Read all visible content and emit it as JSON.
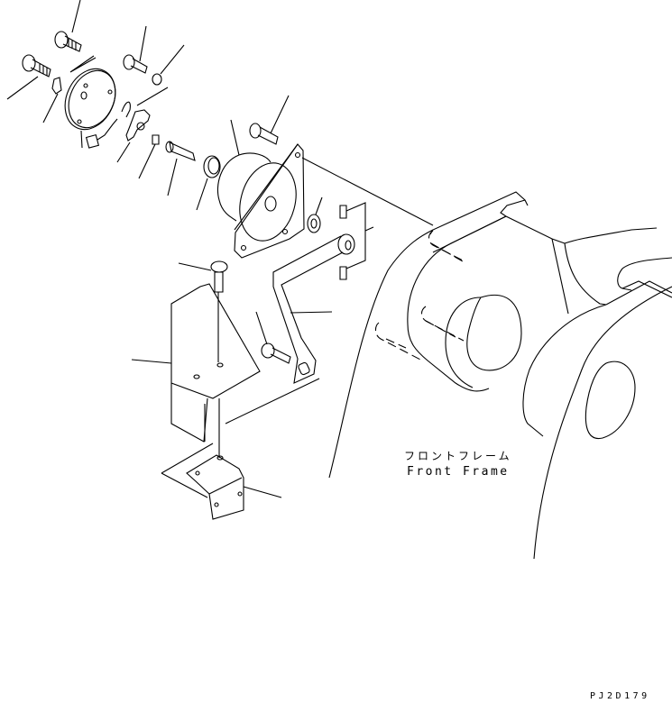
{
  "diagram": {
    "type": "exploded parts diagram",
    "annotations": {
      "part_name_jp": "フロントフレーム",
      "part_name_en": "Front Frame"
    },
    "drawing_number": "PJ2D179",
    "leader_line_count": 20,
    "components": [
      "flange-bolt-top-left",
      "flange-bolt-left",
      "clip",
      "cover-plate",
      "connector",
      "flange-bolt-top-middle",
      "washer-small",
      "sensor-with-wire",
      "retaining-clip",
      "shaft",
      "bushing",
      "mount-housing",
      "flange-bolt-housing",
      "washer-large",
      "bracket-with-studs",
      "bolt-vertical",
      "cover-bracket",
      "flange-bolt-lower",
      "angle-bracket-base",
      "front-frame"
    ],
    "colors": {
      "background": "#ffffff",
      "line": "#000000"
    }
  }
}
